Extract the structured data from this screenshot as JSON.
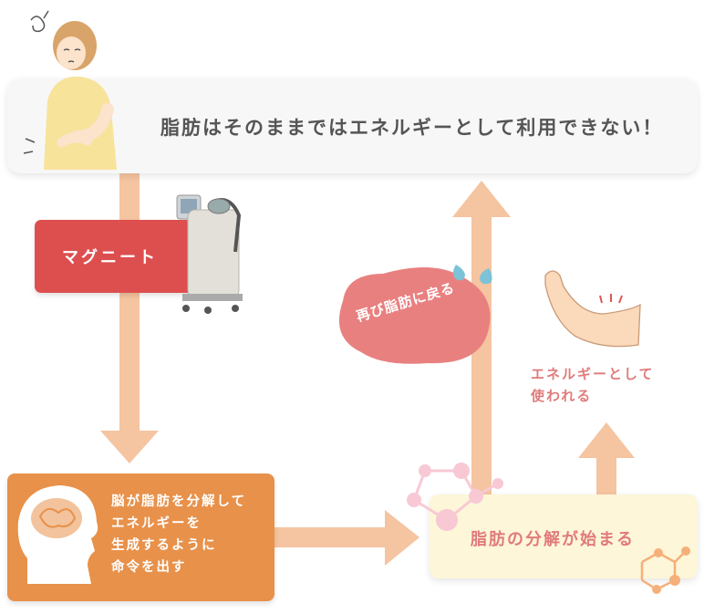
{
  "diagram": {
    "top_statement": "脂肪はそのままではエネルギーとして利用できない！",
    "magnet_label": "マグニート",
    "brain_lines": [
      "脳が脂肪を分解して",
      "エネルギーを",
      "生成するように",
      "命令を出す"
    ],
    "fat_breakdown_label": "脂肪の分解が始まる",
    "return_label": "再び脂肪に戻る",
    "energy_lines": [
      "エネルギーとして",
      "使われる"
    ]
  },
  "colors": {
    "arrow": "#f5c4a0",
    "magnet_box": "#dd4f4f",
    "brain_box": "#e8914a",
    "fat_box": "#fdf6d8",
    "return_blob": "#e98080",
    "accent_text": "#e07b7b",
    "molecule_pink": "#f8c9d4",
    "molecule_orange": "#f5b07a"
  },
  "icons": [
    "worried-woman-illustration",
    "magnet-device-icon",
    "brain-head-icon",
    "flexing-arm-icon",
    "sweat-drop-icon",
    "molecule-icon"
  ]
}
